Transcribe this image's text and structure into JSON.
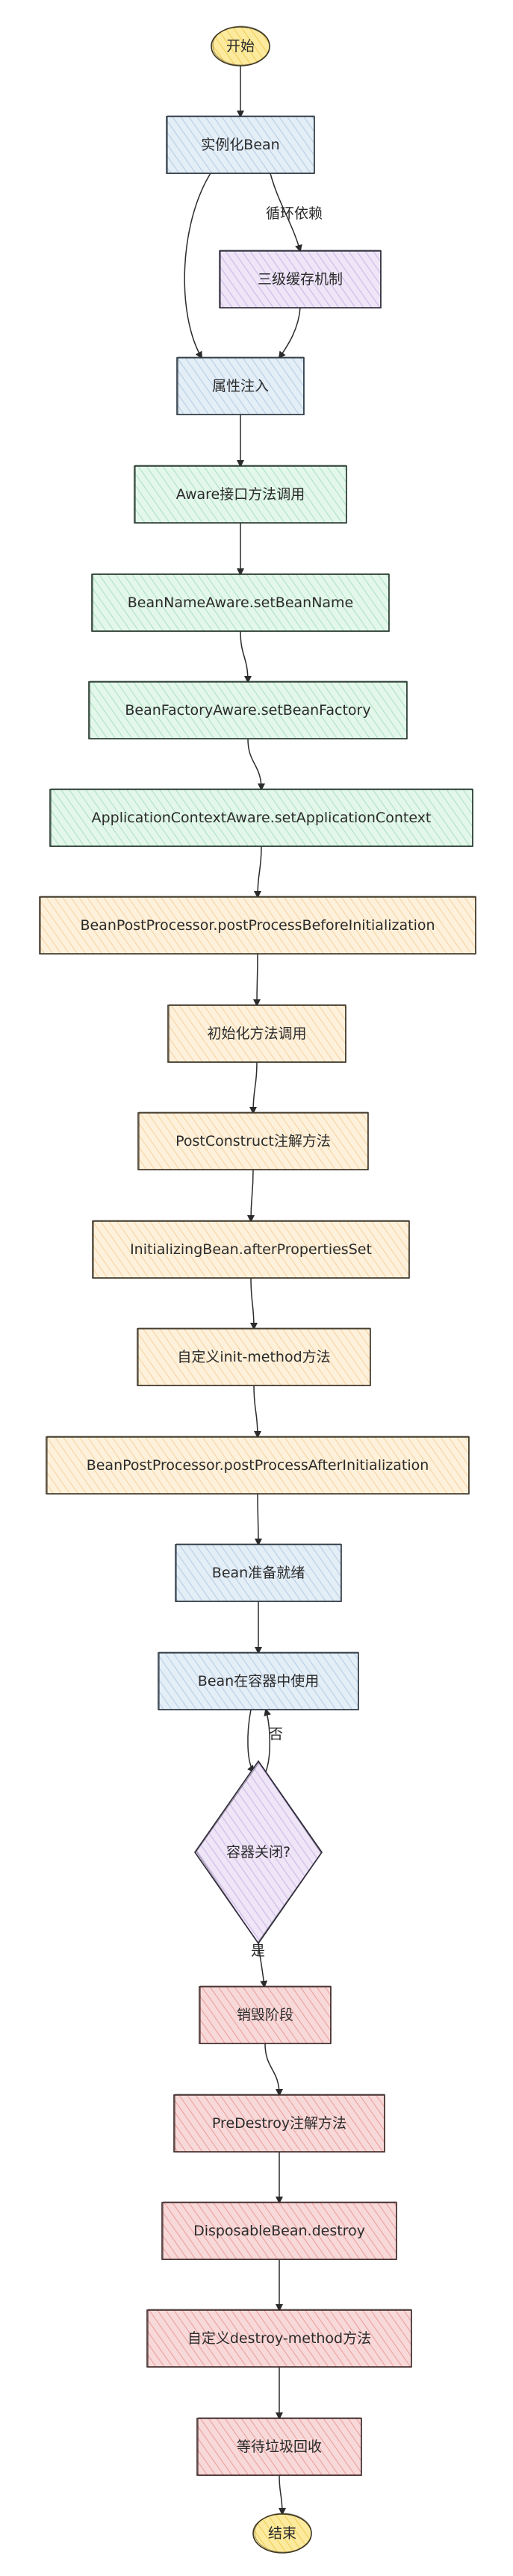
{
  "colors": {
    "blue": {
      "fill": "#d6e5f2",
      "stroke": "#2b3642"
    },
    "purple": {
      "fill": "#e6daf2",
      "stroke": "#2e2a38"
    },
    "green": {
      "fill": "#d6f2e1",
      "stroke": "#26382d"
    },
    "orange": {
      "fill": "#fde8c8",
      "stroke": "#3d3426"
    },
    "red": {
      "fill": "#f5c6c6",
      "stroke": "#3f2a2a"
    },
    "yellow": {
      "fill": "#fbe28c",
      "stroke": "#3d3520"
    }
  },
  "nodes": [
    {
      "id": "start",
      "label": "开始",
      "shape": "terminal",
      "color": "yellow"
    },
    {
      "id": "instantiate",
      "label": "实例化Bean",
      "shape": "box",
      "color": "blue"
    },
    {
      "id": "cache",
      "label": "三级缓存机制",
      "shape": "box",
      "color": "purple"
    },
    {
      "id": "inject",
      "label": "属性注入",
      "shape": "box",
      "color": "blue"
    },
    {
      "id": "aware",
      "label": "Aware接口方法调用",
      "shape": "box",
      "color": "green"
    },
    {
      "id": "beanNameAware",
      "label": "BeanNameAware.setBeanName",
      "shape": "box",
      "color": "green"
    },
    {
      "id": "beanFactoryAware",
      "label": "BeanFactoryAware.setBeanFactory",
      "shape": "box",
      "color": "green"
    },
    {
      "id": "appCtxAware",
      "label": "ApplicationContextAware.setApplicationContext",
      "shape": "box",
      "color": "green"
    },
    {
      "id": "bppBefore",
      "label": "BeanPostProcessor.postProcessBeforeInitialization",
      "shape": "box",
      "color": "orange"
    },
    {
      "id": "initCall",
      "label": "初始化方法调用",
      "shape": "box",
      "color": "orange"
    },
    {
      "id": "postConstruct",
      "label": "PostConstruct注解方法",
      "shape": "box",
      "color": "orange"
    },
    {
      "id": "afterProps",
      "label": "InitializingBean.afterPropertiesSet",
      "shape": "box",
      "color": "orange"
    },
    {
      "id": "initMethod",
      "label": "自定义init-method方法",
      "shape": "box",
      "color": "orange"
    },
    {
      "id": "bppAfter",
      "label": "BeanPostProcessor.postProcessAfterInitialization",
      "shape": "box",
      "color": "orange"
    },
    {
      "id": "ready",
      "label": "Bean准备就绪",
      "shape": "box",
      "color": "blue"
    },
    {
      "id": "inUse",
      "label": "Bean在容器中使用",
      "shape": "box",
      "color": "blue"
    },
    {
      "id": "closed",
      "label": "容器关闭?",
      "shape": "diamond",
      "color": "purple"
    },
    {
      "id": "destroyPhase",
      "label": "销毁阶段",
      "shape": "box",
      "color": "red"
    },
    {
      "id": "preDestroy",
      "label": "PreDestroy注解方法",
      "shape": "box",
      "color": "red"
    },
    {
      "id": "disposable",
      "label": "DisposableBean.destroy",
      "shape": "box",
      "color": "red"
    },
    {
      "id": "destroyMethod",
      "label": "自定义destroy-method方法",
      "shape": "box",
      "color": "red"
    },
    {
      "id": "gc",
      "label": "等待垃圾回收",
      "shape": "box",
      "color": "red"
    },
    {
      "id": "end",
      "label": "结束",
      "shape": "terminal",
      "color": "yellow"
    }
  ],
  "edges": [
    {
      "from": "start",
      "to": "instantiate",
      "label": ""
    },
    {
      "from": "instantiate",
      "to": "cache",
      "label": "循环依赖"
    },
    {
      "from": "instantiate",
      "to": "inject",
      "label": ""
    },
    {
      "from": "cache",
      "to": "inject",
      "label": ""
    },
    {
      "from": "inject",
      "to": "aware",
      "label": ""
    },
    {
      "from": "aware",
      "to": "beanNameAware",
      "label": ""
    },
    {
      "from": "beanNameAware",
      "to": "beanFactoryAware",
      "label": ""
    },
    {
      "from": "beanFactoryAware",
      "to": "appCtxAware",
      "label": ""
    },
    {
      "from": "appCtxAware",
      "to": "bppBefore",
      "label": ""
    },
    {
      "from": "bppBefore",
      "to": "initCall",
      "label": ""
    },
    {
      "from": "initCall",
      "to": "postConstruct",
      "label": ""
    },
    {
      "from": "postConstruct",
      "to": "afterProps",
      "label": ""
    },
    {
      "from": "afterProps",
      "to": "initMethod",
      "label": ""
    },
    {
      "from": "initMethod",
      "to": "bppAfter",
      "label": ""
    },
    {
      "from": "bppAfter",
      "to": "ready",
      "label": ""
    },
    {
      "from": "ready",
      "to": "inUse",
      "label": ""
    },
    {
      "from": "inUse",
      "to": "closed",
      "label": ""
    },
    {
      "from": "closed",
      "to": "inUse",
      "label": "否"
    },
    {
      "from": "closed",
      "to": "destroyPhase",
      "label": "是"
    },
    {
      "from": "destroyPhase",
      "to": "preDestroy",
      "label": ""
    },
    {
      "from": "preDestroy",
      "to": "disposable",
      "label": ""
    },
    {
      "from": "disposable",
      "to": "destroyMethod",
      "label": ""
    },
    {
      "from": "destroyMethod",
      "to": "gc",
      "label": ""
    },
    {
      "from": "gc",
      "to": "end",
      "label": ""
    }
  ]
}
